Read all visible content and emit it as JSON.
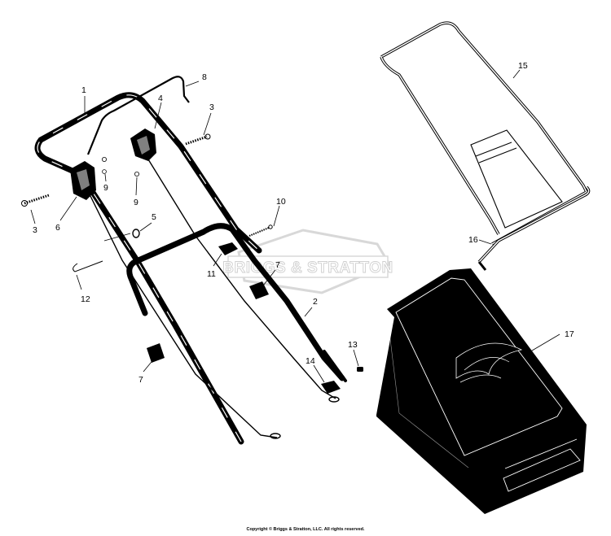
{
  "watermark": {
    "brand_text": "BRIGGS & STRATTON"
  },
  "callouts": {
    "c1": "1",
    "c2": "2",
    "c3a": "3",
    "c3b": "3",
    "c4": "4",
    "c5": "5",
    "c6": "6",
    "c7a": "7",
    "c7b": "7",
    "c8": "8",
    "c9a": "9",
    "c9b": "9",
    "c10": "10",
    "c11": "11",
    "c12": "12",
    "c13": "13",
    "c14": "14",
    "c15": "15",
    "c16": "16",
    "c17": "17"
  },
  "footer": {
    "copyright": "Copyright © Briggs & Stratton, LLC. All rights reserved."
  },
  "colors": {
    "line": "#000000",
    "watermark": "#cfcfcf",
    "background": "#ffffff"
  }
}
